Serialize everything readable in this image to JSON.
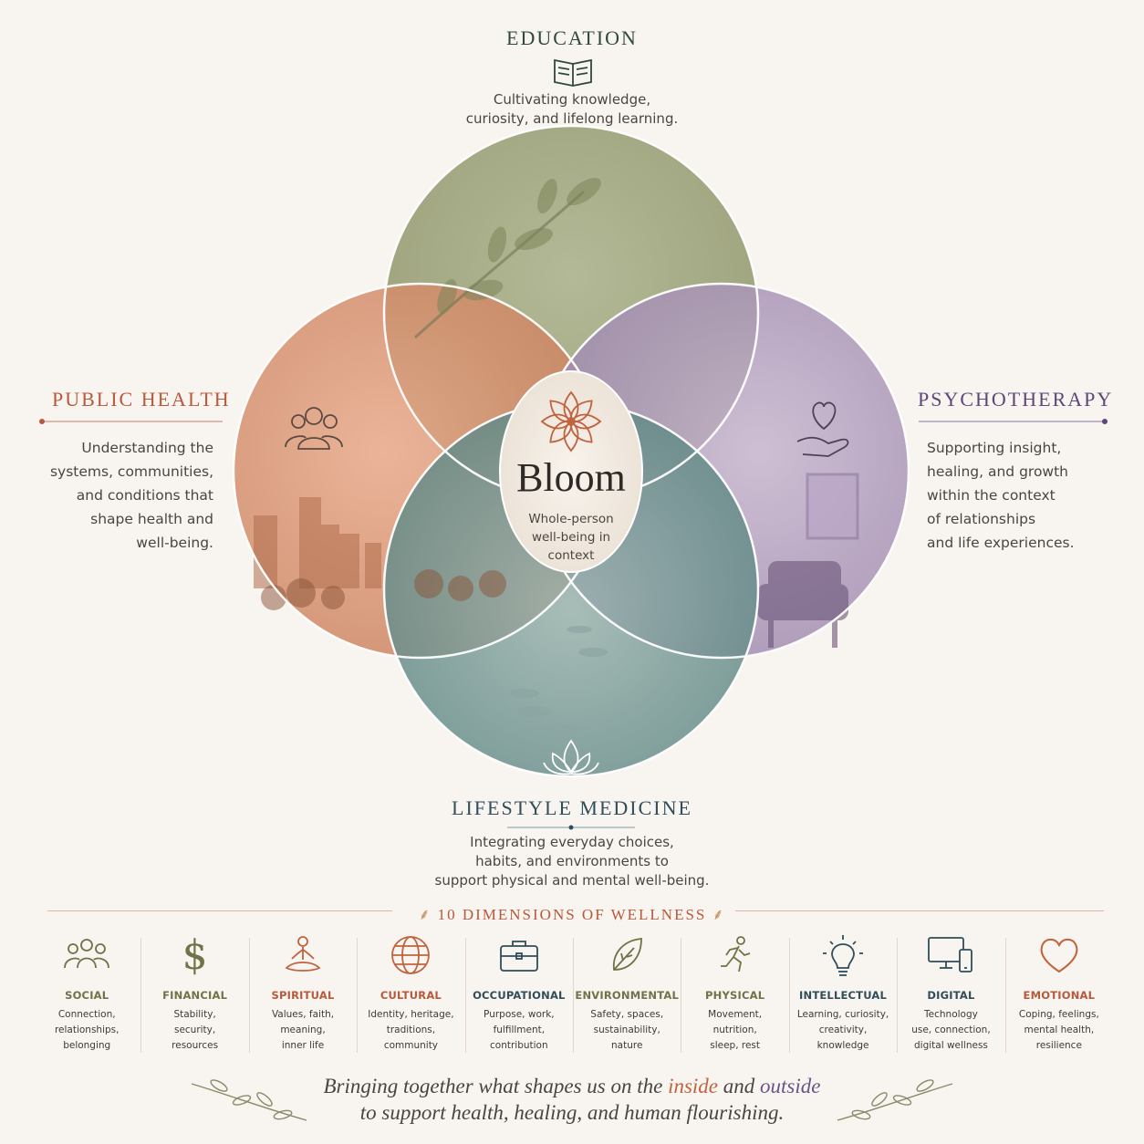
{
  "colors": {
    "education": "#2f4a3c",
    "public_health": "#b9583a",
    "psychotherapy": "#5e4778",
    "lifestyle": "#2f4e5a",
    "olive": "#6e7348",
    "warm": "#c06a44"
  },
  "education": {
    "title": "EDUCATION",
    "icon": "open-book-icon",
    "desc_line1": "Cultivating knowledge,",
    "desc_line2": "curiosity, and lifelong learning."
  },
  "public_health": {
    "title": "PUBLIC HEALTH",
    "icon": "people-group-icon",
    "desc_lines": [
      "Understanding the",
      "systems, communities,",
      "and conditions that",
      "shape health and",
      "well-being."
    ]
  },
  "psychotherapy": {
    "title": "PSYCHOTHERAPY",
    "icon": "heart-in-hand-icon",
    "desc_lines": [
      "Supporting insight,",
      "healing, and growth",
      "within the context",
      "of relationships",
      "and life experiences."
    ]
  },
  "lifestyle": {
    "title": "LIFESTYLE MEDICINE",
    "icon": "lotus-icon",
    "desc_line1": "Integrating everyday choices,",
    "desc_line2": "habits, and environments to",
    "desc_line3": "support physical and mental well-being."
  },
  "center": {
    "brand": "Bloom",
    "icon": "flower-icon",
    "line1": "Whole-person",
    "line2": "well-being in",
    "line3": "context"
  },
  "dimensions_title": "10 DIMENSIONS OF WELLNESS",
  "dimensions": [
    {
      "name": "SOCIAL",
      "icon": "people-icon",
      "color": "#6e7348",
      "desc": [
        "Connection,",
        "relationships,",
        "belonging"
      ]
    },
    {
      "name": "FINANCIAL",
      "icon": "dollar-icon",
      "color": "#6e7348",
      "desc": [
        "Stability,",
        "security,",
        "resources"
      ]
    },
    {
      "name": "SPIRITUAL",
      "icon": "meditation-icon",
      "color": "#b9583a",
      "desc": [
        "Values, faith,",
        "meaning,",
        "inner life"
      ]
    },
    {
      "name": "CULTURAL",
      "icon": "globe-icon",
      "color": "#b9583a",
      "desc": [
        "Identity, heritage,",
        "traditions,",
        "community"
      ]
    },
    {
      "name": "OCCUPATIONAL",
      "icon": "briefcase-icon",
      "color": "#2f4e5a",
      "desc": [
        "Purpose, work,",
        "fulfillment,",
        "contribution"
      ]
    },
    {
      "name": "ENVIRONMENTAL",
      "icon": "leaf-icon",
      "color": "#6e7348",
      "desc": [
        "Safety, spaces,",
        "sustainability,",
        "nature"
      ]
    },
    {
      "name": "PHYSICAL",
      "icon": "runner-icon",
      "color": "#6e7348",
      "desc": [
        "Movement,",
        "nutrition,",
        "sleep, rest"
      ]
    },
    {
      "name": "INTELLECTUAL",
      "icon": "lightbulb-icon",
      "color": "#2f4e5a",
      "desc": [
        "Learning, curiosity,",
        "creativity,",
        "knowledge"
      ]
    },
    {
      "name": "DIGITAL",
      "icon": "devices-icon",
      "color": "#2f4e5a",
      "desc": [
        "Technology",
        "use, connection,",
        "digital wellness"
      ]
    },
    {
      "name": "EMOTIONAL",
      "icon": "heart-icon",
      "color": "#b9583a",
      "desc": [
        "Coping, feelings,",
        "mental health,",
        "resilience"
      ]
    }
  ],
  "footer": {
    "line1_a": "Bringing together what shapes us on the ",
    "line1_inside": "inside",
    "line1_b": " and ",
    "line1_outside": "outside",
    "line2": "to support health, healing, and human flourishing."
  }
}
